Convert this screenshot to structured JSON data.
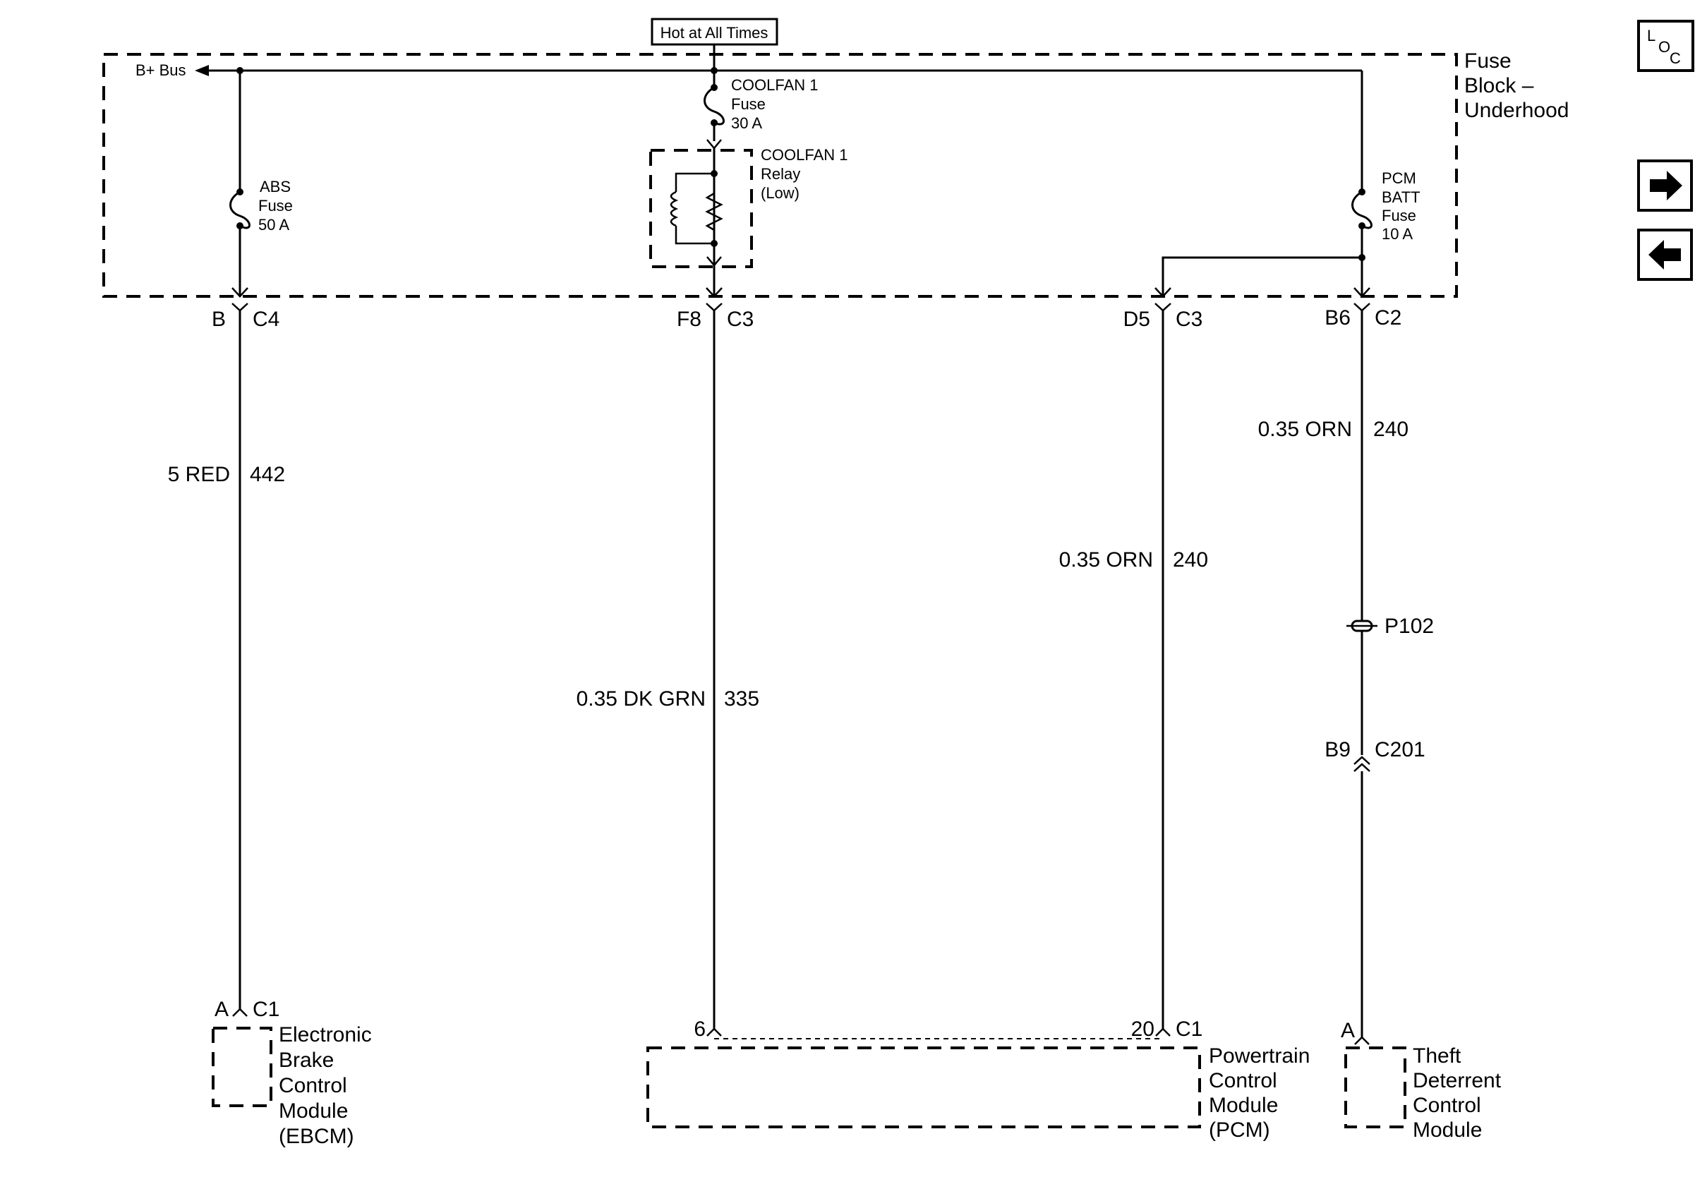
{
  "header": {
    "hot_label": "Hot at All Times"
  },
  "fuse_block": {
    "title_line1": "Fuse",
    "title_line2": "Block –",
    "title_line3": "Underhood",
    "bplus_label": "B+ Bus",
    "abs_fuse": [
      "ABS",
      "Fuse",
      "50 A"
    ],
    "coolfan_fuse": [
      "COOLFAN 1",
      "Fuse",
      "30 A"
    ],
    "coolfan_relay": [
      "COOLFAN 1",
      "Relay",
      "(Low)"
    ],
    "pcm_fuse": [
      "PCM",
      "BATT",
      "Fuse",
      "10 A"
    ]
  },
  "connectors": {
    "c4": {
      "pin": "B",
      "name": "C4"
    },
    "c3_f8": {
      "pin": "F8",
      "name": "C3"
    },
    "c3_d5": {
      "pin": "D5",
      "name": "C3"
    },
    "c2": {
      "pin": "B6",
      "name": "C2"
    },
    "c201": {
      "pin": "B9",
      "name": "C201"
    },
    "ebcm_c1": {
      "pin": "A",
      "name": "C1"
    },
    "pcm_pin6": {
      "pin": "6"
    },
    "pcm_c1": {
      "pin": "20",
      "name": "C1"
    },
    "tdcm": {
      "pin": "A"
    }
  },
  "wires": {
    "w442": {
      "color": "5 RED",
      "circuit": "442"
    },
    "w335": {
      "color": "0.35 DK GRN",
      "circuit": "335"
    },
    "w240_pcm": {
      "color": "0.35 ORN",
      "circuit": "240"
    },
    "w240_tdcm": {
      "color": "0.35 ORN",
      "circuit": "240"
    }
  },
  "splice": {
    "label": "P102"
  },
  "modules": {
    "ebcm": [
      "Electronic",
      "Brake",
      "Control",
      "Module",
      "(EBCM)"
    ],
    "pcm": [
      "Powertrain",
      "Control",
      "Module",
      "(PCM)"
    ],
    "tdcm": [
      "Theft",
      "Deterrent",
      "Control",
      "Module"
    ]
  },
  "nav": {
    "loc_letters": [
      "L",
      "O",
      "C"
    ],
    "icons": [
      "loc-icon",
      "arrow-right-icon",
      "arrow-left-icon"
    ]
  }
}
